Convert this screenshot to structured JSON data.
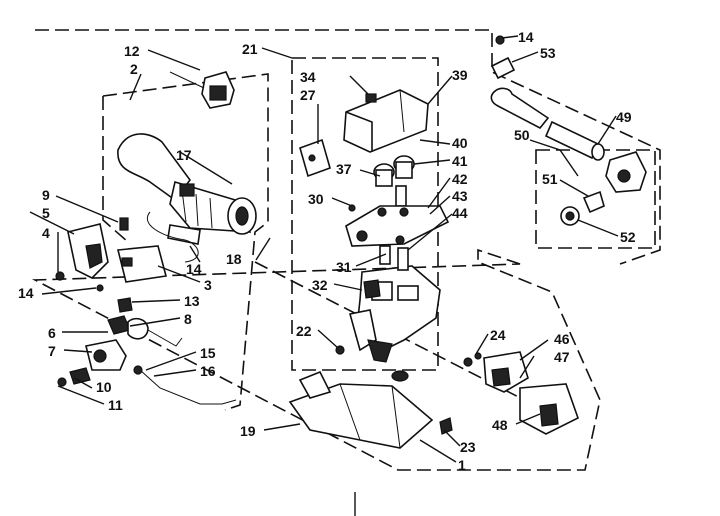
{
  "labels": {
    "l1": "1",
    "l2": "2",
    "l3": "3",
    "l4": "4",
    "l5": "5",
    "l6": "6",
    "l7": "7",
    "l8": "8",
    "l9": "9",
    "l10": "10",
    "l11": "11",
    "l12": "12",
    "l13": "13",
    "l14a": "14",
    "l14b": "14",
    "l14c": "14",
    "l15": "15",
    "l16": "16",
    "l17": "17",
    "l18": "18",
    "l19": "19",
    "l21": "21",
    "l22": "22",
    "l23": "23",
    "l24": "24",
    "l27": "27",
    "l30": "30",
    "l31": "31",
    "l32": "32",
    "l34": "34",
    "l37": "37",
    "l39": "39",
    "l40": "40",
    "l41": "41",
    "l42": "42",
    "l43": "43",
    "l44": "44",
    "l46": "46",
    "l47": "47",
    "l48": "48",
    "l49": "49",
    "l50": "50",
    "l51": "51",
    "l52": "52",
    "l53": "53"
  }
}
